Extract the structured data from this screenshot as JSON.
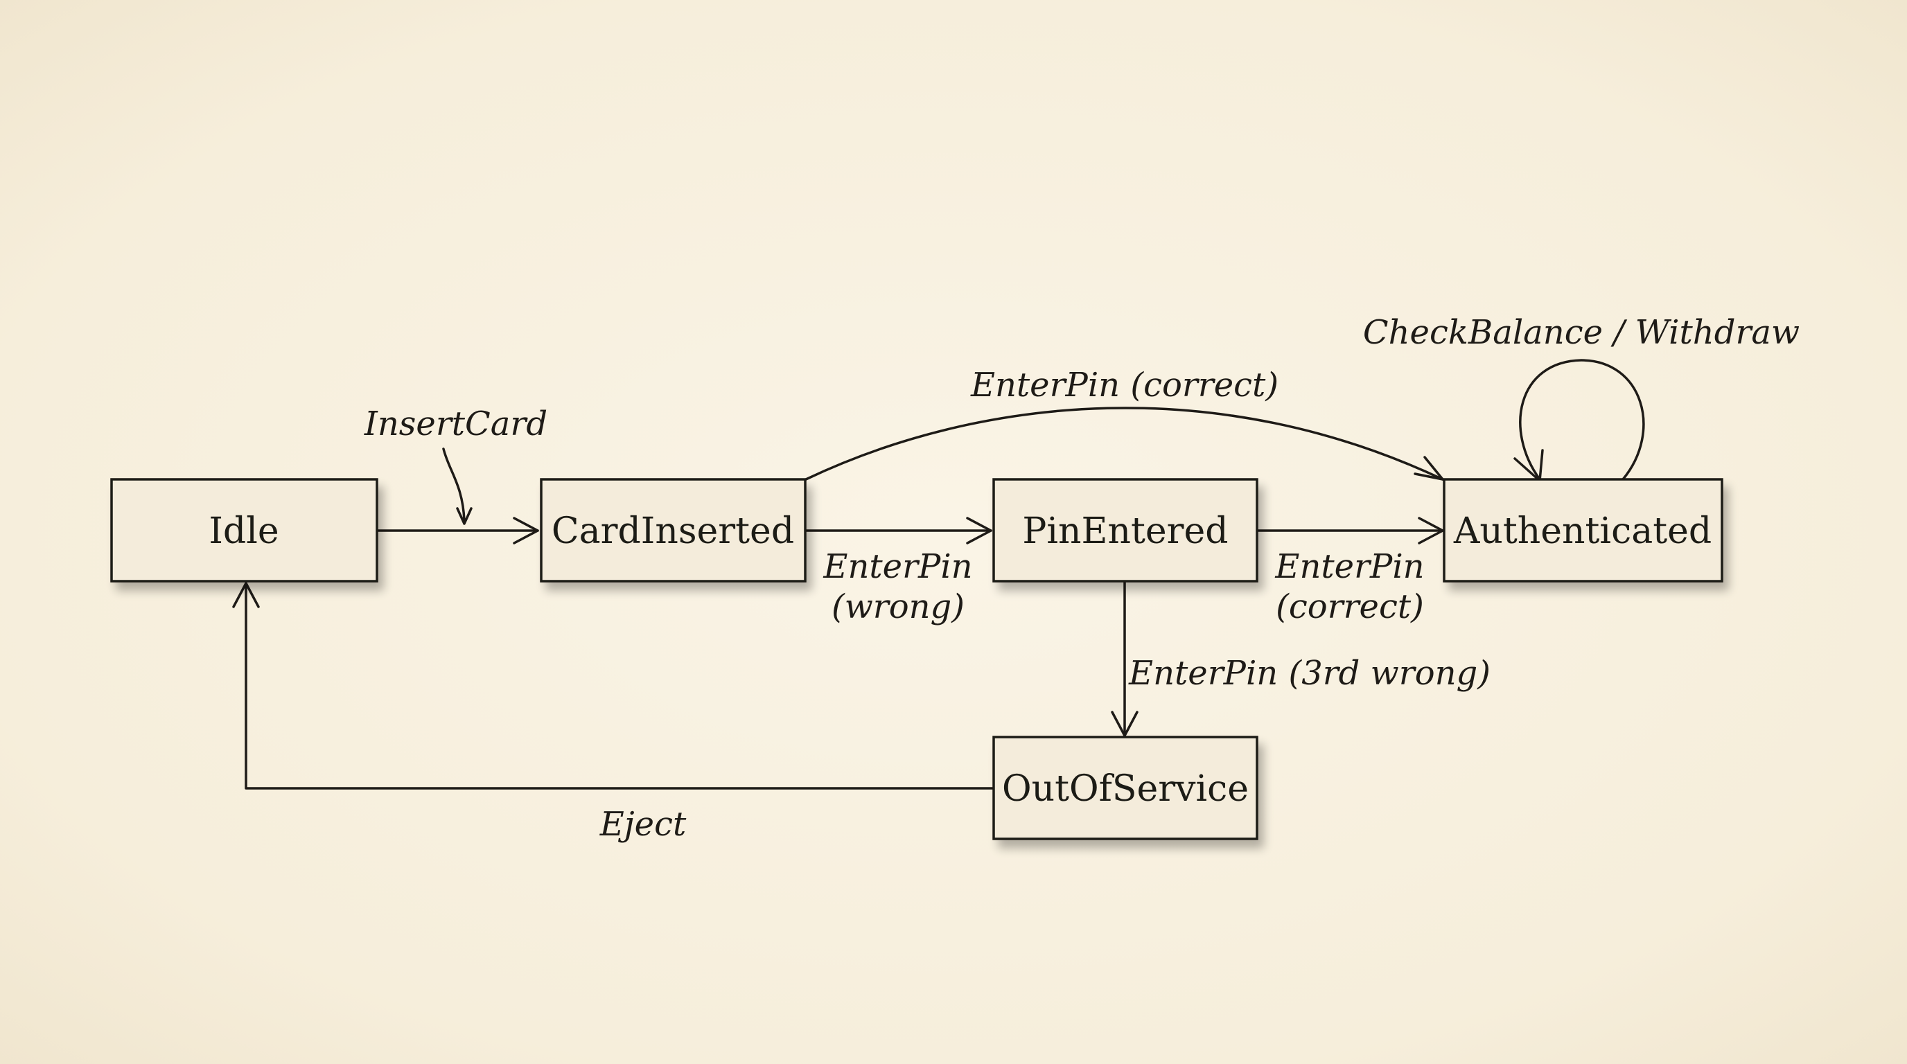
{
  "states": {
    "idle": "Idle",
    "card_inserted": "CardInserted",
    "pin_entered": "PinEntered",
    "authenticated": "Authenticated",
    "out_of_service": "OutOfService"
  },
  "transitions": {
    "insert_card": "InsertCard",
    "enter_pin_wrong_line1": "EnterPin",
    "enter_pin_wrong_line2": "(wrong)",
    "enter_pin_correct_line1": "EnterPin",
    "enter_pin_correct_line2": "(correct)",
    "enter_pin_correct_arc": "EnterPin (correct)",
    "enter_pin_third_wrong": "EnterPin (3rd wrong)",
    "check_balance_withdraw": "CheckBalance / Withdraw",
    "eject": "Eject"
  },
  "colors": {
    "background": "#f7f0df",
    "state_fill": "#f4ecdb",
    "ink": "#1e1b17"
  }
}
